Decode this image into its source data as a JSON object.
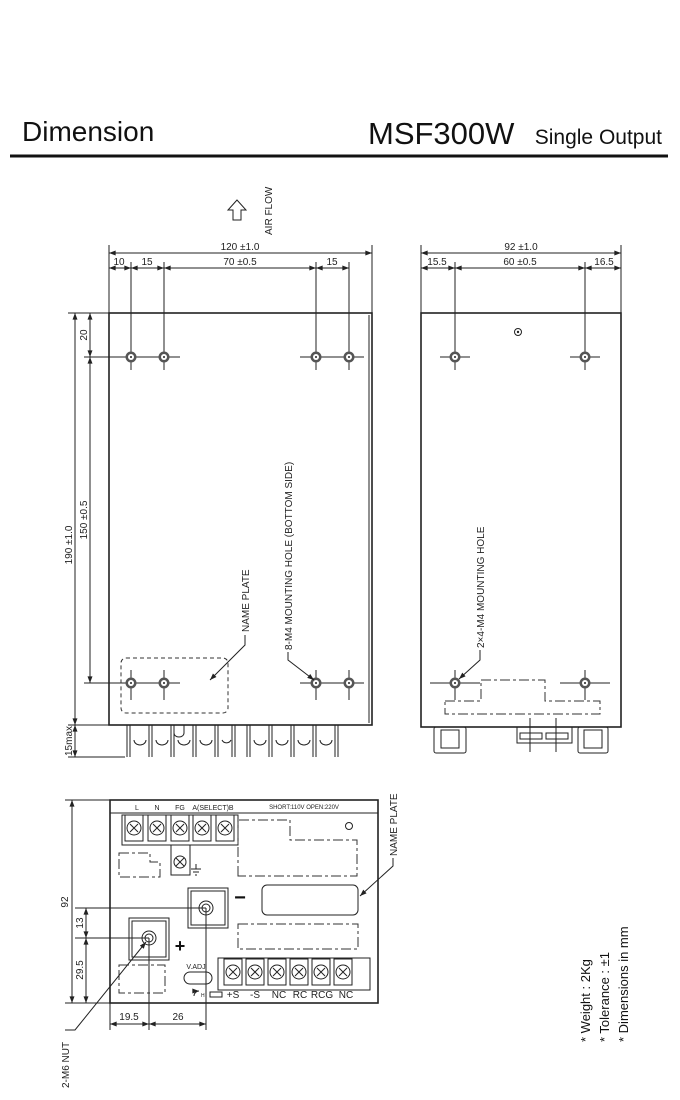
{
  "header": {
    "title": "Dimension",
    "model": "MSF300W",
    "subtitle": "Single Output"
  },
  "airflow": {
    "label": "AIR FLOW"
  },
  "front_view": {
    "width_dim": "120 ±1.0",
    "sub_dims": [
      "10",
      "15",
      "70 ±0.5",
      "15"
    ],
    "height_dim": "190 ±1.0",
    "hole_pitch_dim": "150 ±0.5",
    "top_offset_dim": "20",
    "terminal_dim": "15max",
    "name_plate_label": "NAME PLATE",
    "mounting_label": "8-M4 MOUNTING HOLE (BOTTOM SIDE)"
  },
  "side_view": {
    "width_dim": "92 ±1.0",
    "sub_dims": [
      "15.5",
      "60 ±0.5",
      "16.5"
    ],
    "mounting_label": "2×4-M4 MOUNTING HOLE"
  },
  "bottom_view": {
    "input_labels": [
      "L",
      "N",
      "FG",
      "A(SELECT)B"
    ],
    "select_note": "SHORT:110V   OPEN:220V",
    "vadj_label": "V.ADJ",
    "vadj_dir": "H",
    "output_labels": [
      "+S",
      "-S",
      "NC",
      "RC",
      "RCG",
      "NC"
    ],
    "minus_sign": "−",
    "plus_sign": "+",
    "height_dim": "92",
    "dim_13": "13",
    "dim_29_5": "29.5",
    "dim_19_5": "19.5",
    "dim_26": "26",
    "nut_label": "2-M6 NUT",
    "name_plate_label": "NAME PLATE"
  },
  "notes": [
    "* Weight : 2Kg",
    "* Tolerance : ±1",
    "* Dimensions in mm"
  ]
}
